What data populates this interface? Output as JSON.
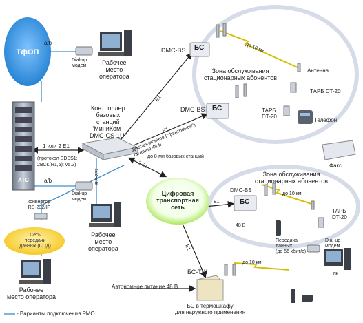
{
  "labels": {
    "tfop": "ТфОП",
    "ab_top": "a/b",
    "dialup_top": "Dial-up\nмодем",
    "operator_top": "Рабочее\nместо\nоператора",
    "ats": "АТС",
    "e1_link": "1 или 2 Е1",
    "protocol": "(протокол EDSS1;\n2ВСК(R1,5); v5.2)",
    "ab_bottom": "a/b",
    "dialup_bottom": "Dial-up\nмодем",
    "converter": "конвертор\nRS-232/IF",
    "spd": "Сеть\nпередачи\nданных (СПД)",
    "operator_bottom": "Рабочее\nместо оператора",
    "controller": "Контроллер\nбазовых\nстанций\n\"МиниКом -\nDMC-CS-1U\"",
    "rs232": "RS-232",
    "operator_mid": "Рабочее\nместо\nоператора",
    "e1_top": "E1",
    "e1_mid": "E1",
    "phantom": "Дистанционное (\"фантомное\")\nпитание 48 В",
    "up_to_8": "до 8-ми базовых станций",
    "two_e1": "2 E1",
    "dmc_bs_1": "DMC-BS",
    "bs_1": "БС",
    "dmc_bs_2": "DMC-BS",
    "bs_2": "БС",
    "up_to_10km_1": "до 10 км",
    "zone_1": "Зона обслуживания\nстационарных абонентов",
    "antenna": "Антенна",
    "tarb_1": "ТАРБ DT-20",
    "tarb_2": "ТАРБ\nDT-20",
    "phone": "Телефон",
    "fax": "Факс",
    "digital_net": "Цифровая\nтранспортная\nсеть",
    "e1_right": "E1",
    "dmc_bs_3": "DMC-BS",
    "bs_3": "БС",
    "v48": "48 В",
    "up_to_10km_2": "до 10 км",
    "zone_2": "Зона обслуживания\nстационарных абонентов",
    "tarb_3": "ТАРБ\nDT-20",
    "data_tx": "Передача\nданных\n(до 56 кбит/с)",
    "dialup_right": "Dial-up\nмодем",
    "pc": "пк",
    "e1_bottom": "E1",
    "bs_tsh": "БС-ТШ",
    "up_to_10km_3": "до 10 км",
    "autonomous": "Автономное питание 48 В",
    "bs_cabinet": "БС в термошкафу\nдля наружного применения",
    "legend": "- Варианты подключения РМО"
  },
  "colors": {
    "blue": "#3a8fd0",
    "green": "#8fd03a",
    "dark": "#222222",
    "yellow": "#f5d000"
  }
}
